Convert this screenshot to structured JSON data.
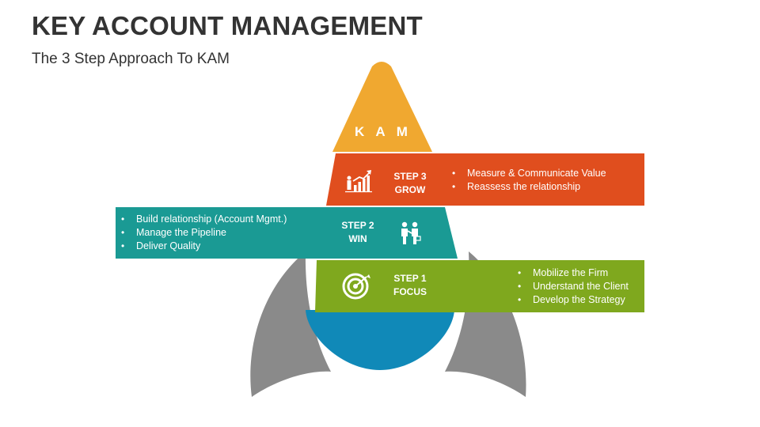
{
  "header": {
    "title": "KEY ACCOUNT MANAGEMENT",
    "subtitle": "The 3 Step Approach To KAM"
  },
  "top": {
    "label": "K A M",
    "color": "#F0A830"
  },
  "steps": [
    {
      "step": "STEP 1",
      "name": "FOCUS",
      "icon": "target-icon",
      "color": "#7FA81E",
      "bullets": [
        "Mobilize the Firm",
        "Understand the Client",
        "Develop the Strategy"
      ]
    },
    {
      "step": "STEP 2",
      "name": "WIN",
      "icon": "handshake-icon",
      "color": "#1A9A94",
      "bullets": [
        "Build relationship (Account Mgmt.)",
        "Manage the Pipeline",
        "Deliver Quality"
      ]
    },
    {
      "step": "STEP 3",
      "name": "GROW",
      "icon": "growth-chart-icon",
      "color": "#E04E1E",
      "bullets": [
        "Measure & Communicate Value",
        "Reassess the relationship"
      ]
    }
  ],
  "base": {
    "color": "#1089B8"
  },
  "fins": {
    "color": "#8A8A8A"
  }
}
